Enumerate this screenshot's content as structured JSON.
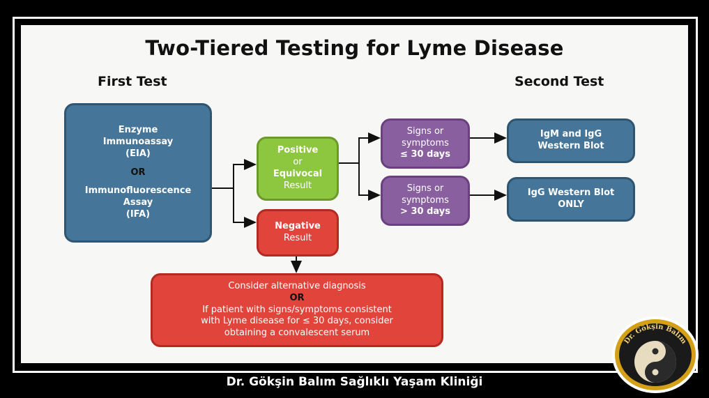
{
  "title": "Two-Tiered Testing for Lyme Disease",
  "headers": {
    "first": "First Test",
    "second": "Second Test"
  },
  "first_test": {
    "line1": "Enzyme",
    "line2": "Immunoassay",
    "line3": "(EIA)",
    "or": "OR",
    "line4": "Immunofluorescence",
    "line5": "Assay",
    "line6": "(IFA)"
  },
  "positive": {
    "line1": "Positive",
    "line2": "or",
    "line3": "Equivocal",
    "line4": "Result"
  },
  "negative": {
    "line1": "Negative",
    "line2": "Result"
  },
  "signs_le30": {
    "line1": "Signs or",
    "line2": "symptoms",
    "line3": "≤ 30 days"
  },
  "signs_gt30": {
    "line1": "Signs or",
    "line2": "symptoms",
    "line3": "> 30 days"
  },
  "igm_igg": {
    "line1": "IgM  and IgG",
    "line2": "Western Blot"
  },
  "igg_only": {
    "line1": "IgG Western Blot",
    "line2": "ONLY"
  },
  "alternative": {
    "line1": "Consider alternative diagnosis",
    "or": "OR",
    "line2": "If patient with signs/symptoms consistent",
    "line3": "with Lyme disease for ≤ 30 days, consider",
    "line4": "obtaining a convalescent serum"
  },
  "logo": {
    "text": "Dr. Gökşin Balım",
    "icon": "yin-yang-logo"
  },
  "footer": "Dr. Gökşin Balım Sağlıklı Yaşam Kliniği",
  "colors": {
    "blue": "#457599",
    "green": "#8dc63f",
    "red": "#e0443a",
    "purple": "#8a5fa0",
    "gold": "#d4a017"
  }
}
